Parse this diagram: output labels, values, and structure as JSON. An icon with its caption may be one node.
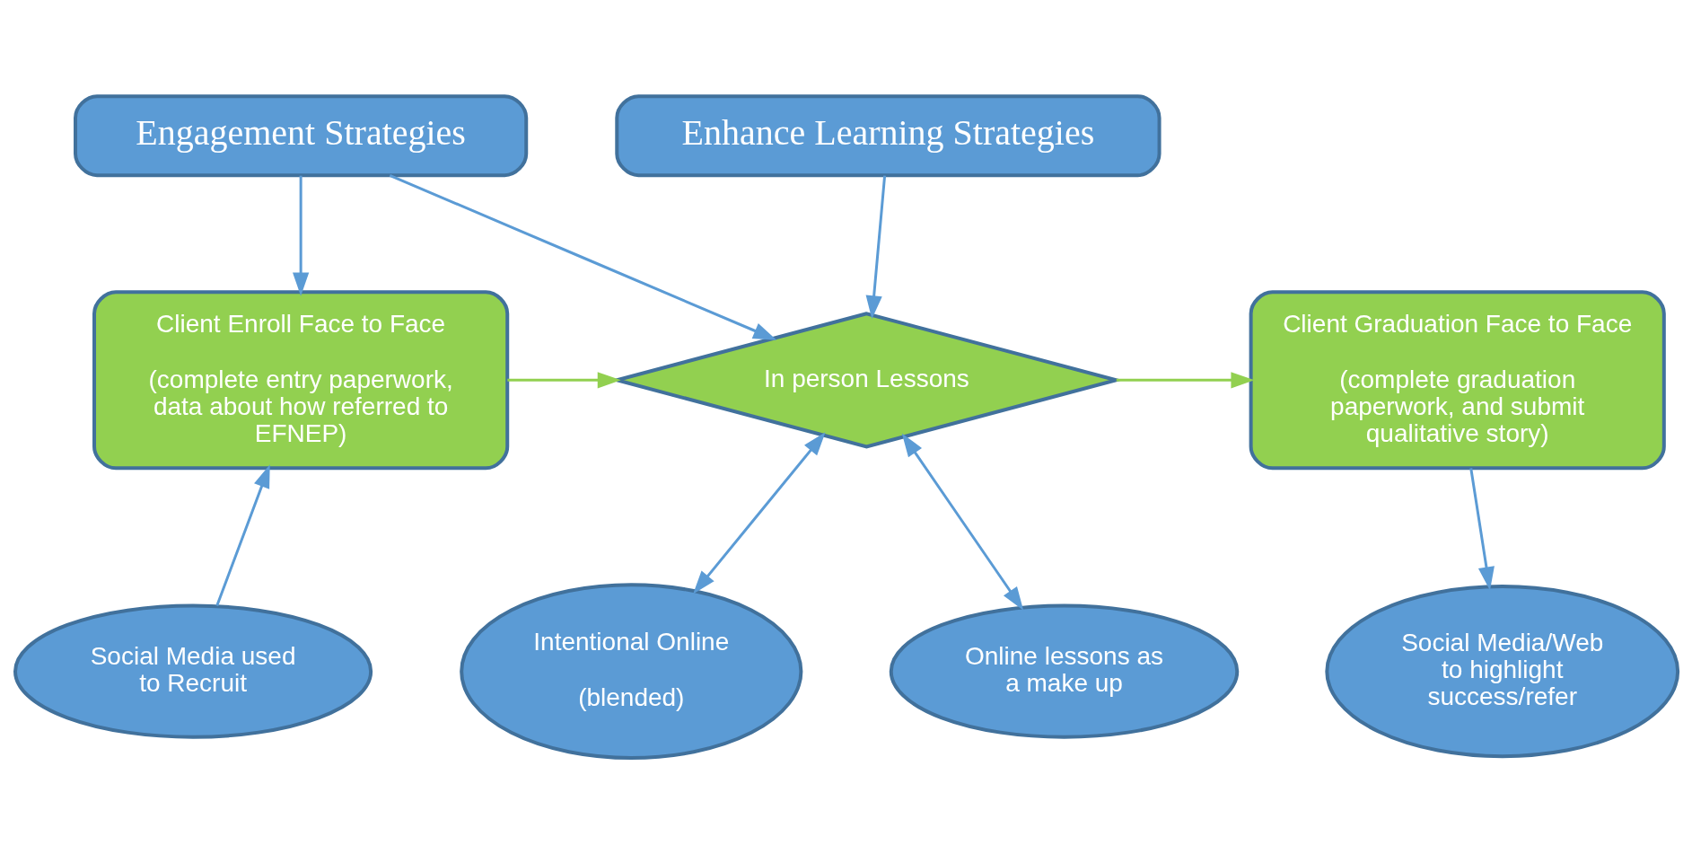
{
  "diagram": {
    "nodes": [
      {
        "text": [
          "Engagement Strategies"
        ]
      },
      {
        "text": [
          "Enhance Learning Strategies"
        ]
      },
      {
        "text": [
          "Client Enroll Face to Face",
          "(complete entry paperwork, data about how referred to EFNEP)"
        ]
      },
      {
        "text": [
          "In person Lessons"
        ]
      },
      {
        "text": [
          "Client Graduation Face to Face",
          "(complete graduation paperwork, and submit qualitative story)"
        ]
      },
      {
        "text": [
          "Social Media used to Recruit"
        ]
      },
      {
        "text": [
          "Intentional Online",
          "(blended)"
        ]
      },
      {
        "text": [
          "Online lessons as a make up"
        ]
      },
      {
        "text": [
          "Social Media/Web to highlight success/refer"
        ]
      }
    ],
    "edges": [
      {
        "from": 0,
        "to": 2,
        "arrow": "to"
      },
      {
        "from": 0,
        "to": 3,
        "arrow": "to"
      },
      {
        "from": 1,
        "to": 3,
        "arrow": "to"
      },
      {
        "from": 2,
        "to": 3,
        "arrow": "to",
        "color": "#92d050"
      },
      {
        "from": 3,
        "to": 4,
        "arrow": "to",
        "color": "#92d050"
      },
      {
        "from": 5,
        "to": 2,
        "arrow": "to"
      },
      {
        "from": 6,
        "to": 3,
        "arrow": "both"
      },
      {
        "from": 7,
        "to": 3,
        "arrow": "both"
      },
      {
        "from": 4,
        "to": 8,
        "arrow": "to"
      }
    ]
  }
}
